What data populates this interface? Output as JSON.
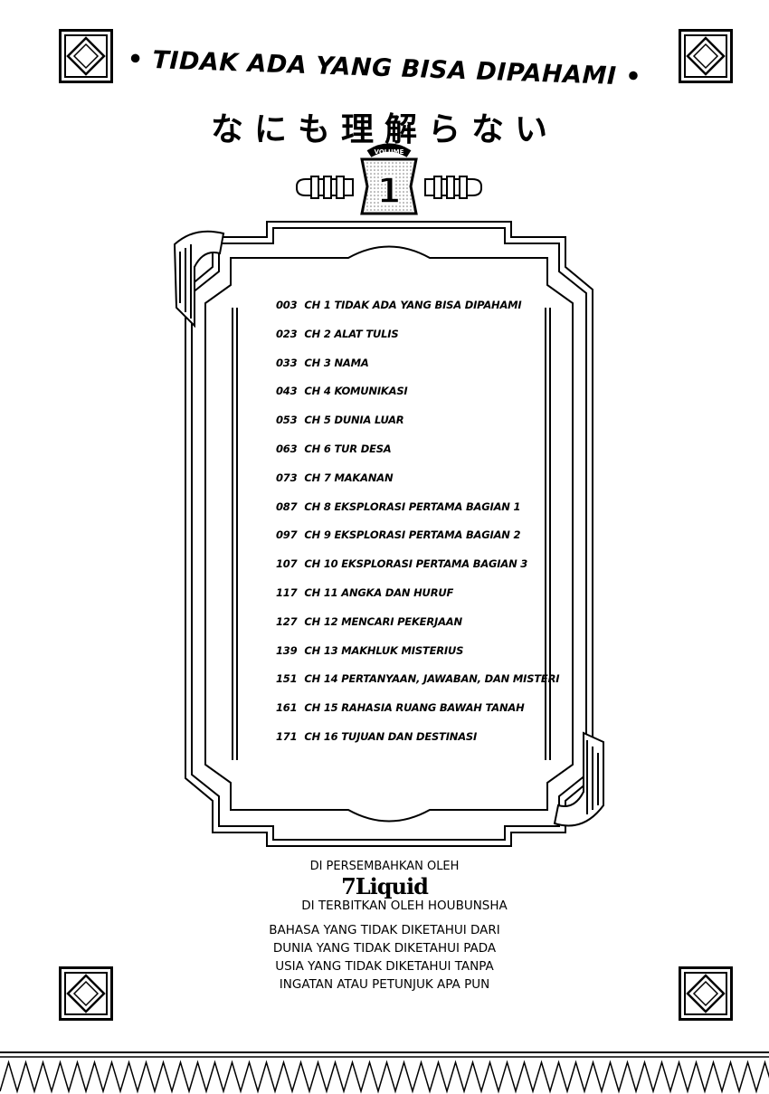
{
  "title_en": "• TIDAK ADA YANG BISA DIPAHAMI •",
  "title_jp": "なにも理解らない",
  "volume": {
    "label": "VOLUME",
    "number": "1"
  },
  "toc": [
    {
      "page": "003",
      "chapter": "CH 1 TIDAK ADA YANG BISA DIPAHAMI"
    },
    {
      "page": "023",
      "chapter": "CH 2 ALAT TULIS"
    },
    {
      "page": "033",
      "chapter": "CH 3 NAMA"
    },
    {
      "page": "043",
      "chapter": "CH 4 KOMUNIKASI"
    },
    {
      "page": "053",
      "chapter": "CH 5 DUNIA LUAR"
    },
    {
      "page": "063",
      "chapter": "CH 6 TUR DESA"
    },
    {
      "page": "073",
      "chapter": "CH 7 MAKANAN"
    },
    {
      "page": "087",
      "chapter": "CH 8 EKSPLORASI PERTAMA BAGIAN 1"
    },
    {
      "page": "097",
      "chapter": "CH 9 EKSPLORASI PERTAMA BAGIAN 2"
    },
    {
      "page": "107",
      "chapter": "CH 10 EKSPLORASI PERTAMA BAGIAN 3"
    },
    {
      "page": "117",
      "chapter": "CH 11 ANGKA DAN HURUF"
    },
    {
      "page": "127",
      "chapter": "CH 12 MENCARI PEKERJAAN"
    },
    {
      "page": "139",
      "chapter": "CH 13 MAKHLUK MISTERIUS"
    },
    {
      "page": "151",
      "chapter": "CH 14 PERTANYAAN, JAWABAN, DAN MISTERI"
    },
    {
      "page": "161",
      "chapter": "CH 15 RAHASIA RUANG BAWAH TANAH"
    },
    {
      "page": "171",
      "chapter": "CH 16 TUJUAN DAN DESTINASI"
    }
  ],
  "credits": {
    "presented_by": "DI PERSEMBAHKAN OLEH",
    "translator": "7Liquid",
    "publisher": "DI TERBITKAN OLEH HOUBUNSHA",
    "description": [
      "BAHASA YANG TIDAK DIKETAHUI DARI",
      "DUNIA YANG TIDAK DIKETAHUI PADA",
      "USIA YANG TIDAK DIKETAHUI TANPA",
      "INGATAN ATAU PETUNJUK APA PUN"
    ]
  }
}
